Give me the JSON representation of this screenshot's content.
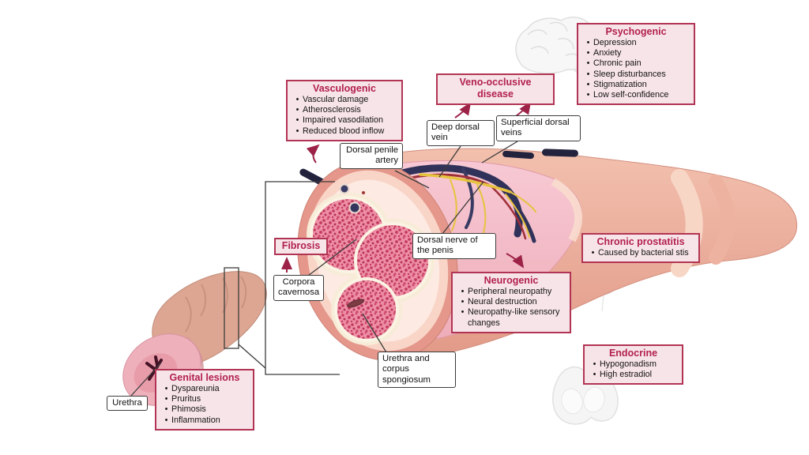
{
  "colors": {
    "accent_crimson": "#b2204e",
    "cause_box_bg": "#f7e4e8",
    "cause_box_border": "#b23454",
    "label_box_border": "#3c3c3c",
    "vein_navy": "#31325a",
    "artery_red": "#9e2f38",
    "nerve_yellow": "#e6c33f",
    "skin_salmon": "#e8a295",
    "corpora_pink": "#ee8fa6"
  },
  "causes": {
    "psychogenic": {
      "title": "Psychogenic",
      "items": [
        "Depression",
        "Anxiety",
        "Chronic pain",
        "Sleep disturbances",
        "Stigmatization",
        "Low self-confidence"
      ]
    },
    "vasculogenic": {
      "title": "Vasculogenic",
      "items": [
        "Vascular damage",
        "Atherosclerosis",
        "Impaired vasodilation",
        "Reduced blood inflow"
      ]
    },
    "veno_occlusive": {
      "title": "Veno-occlusive disease"
    },
    "neurogenic": {
      "title": "Neurogenic",
      "items": [
        "Peripheral neuropathy",
        "Neural destruction",
        "Neuropathy-like sensory changes"
      ]
    },
    "chronic_prostatitis": {
      "title": "Chronic prostatitis",
      "items": [
        "Caused by bacterial stis"
      ]
    },
    "endocrine": {
      "title": "Endocrine",
      "items": [
        "Hypogonadism",
        "High estradiol"
      ]
    },
    "genital_lesions": {
      "title": "Genital lesions",
      "items": [
        "Dyspareunia",
        "Pruritus",
        "Phimosis",
        "Inflammation"
      ]
    },
    "fibrosis": {
      "title": "Fibrosis"
    }
  },
  "anatomy": {
    "deep_dorsal_vein": "Deep dorsal vein",
    "superficial_dorsal_veins": "Superficial dorsal veins",
    "dorsal_penile_artery": "Dorsal penile artery",
    "dorsal_nerve": "Dorsal nerve of the penis",
    "corpora_cavernosa": "Corpora cavernosa",
    "urethra_corpus_spongiosum": "Urethra and corpus spongiosum",
    "urethra": "Urethra"
  }
}
